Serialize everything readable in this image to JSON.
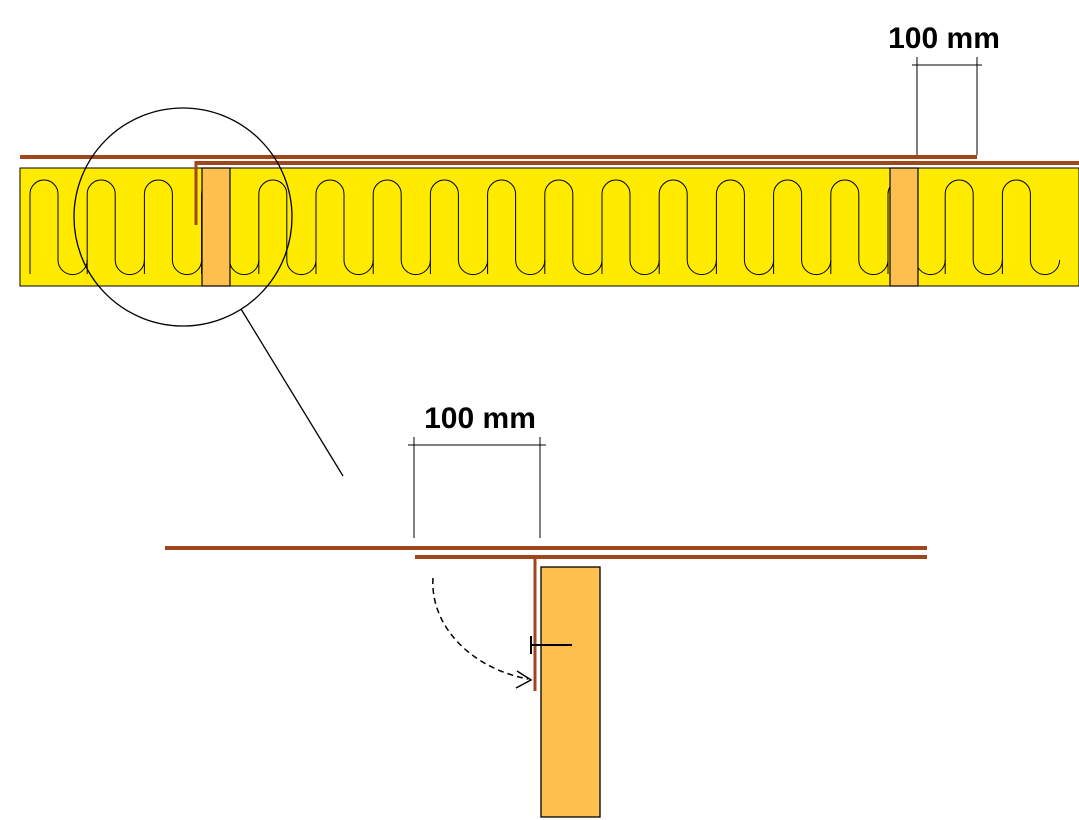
{
  "labels": {
    "overlap_top": "100 mm",
    "overlap_detail": "100 mm"
  },
  "colors": {
    "membrane": "#a0461c",
    "insulation": "#ffeb00",
    "timber": "#fdbf4e",
    "line": "#000000",
    "background": "#ffffff"
  },
  "insulation": {
    "loop_count": 18
  }
}
